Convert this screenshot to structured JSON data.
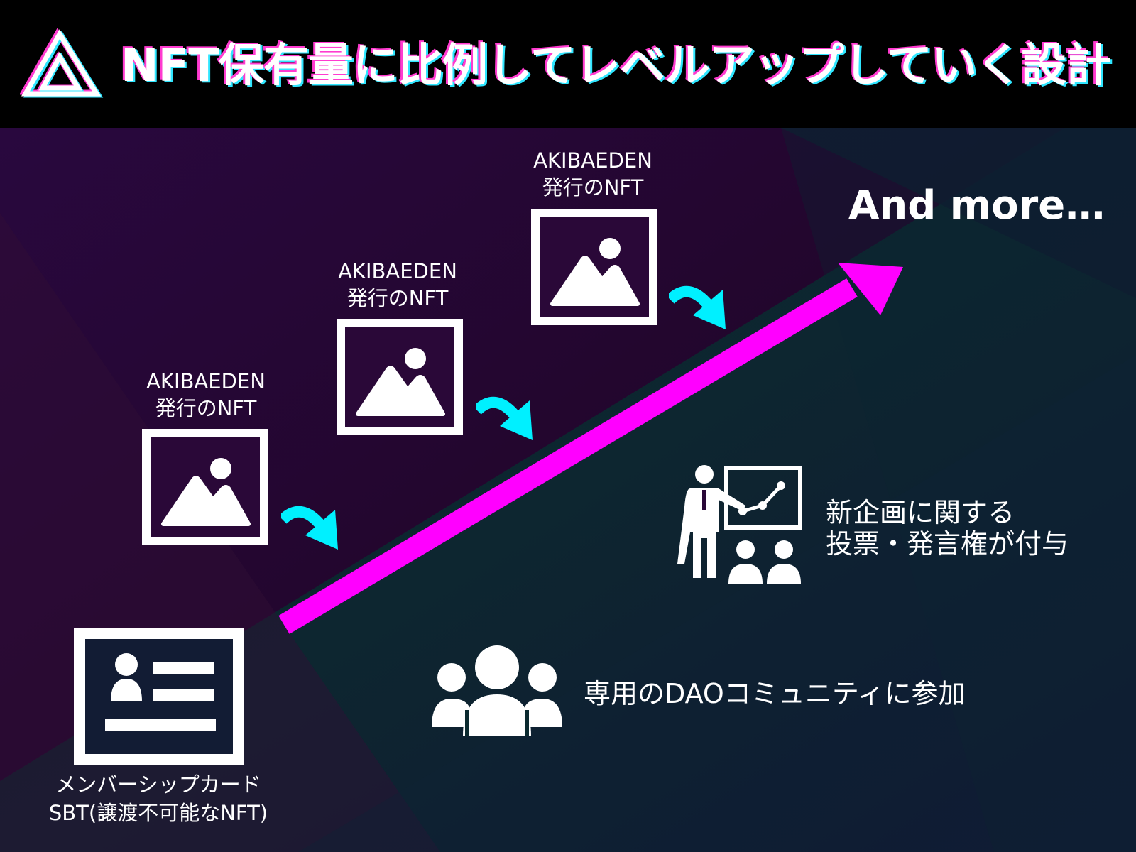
{
  "header": {
    "title": "NFT保有量に比例してレベルアップしていく設計",
    "logo_icon": "triangle-logo-icon"
  },
  "nft_items": [
    {
      "line1": "AKIBAEDEN",
      "line2": "発行のNFT",
      "icon": "image-placeholder-icon"
    },
    {
      "line1": "AKIBAEDEN",
      "line2": "発行のNFT",
      "icon": "image-placeholder-icon"
    },
    {
      "line1": "AKIBAEDEN",
      "line2": "発行のNFT",
      "icon": "image-placeholder-icon"
    }
  ],
  "and_more": "And more…",
  "benefits": {
    "vote": {
      "line1": "新企画に関する",
      "line2": "投票・発言権が付与",
      "icon": "presentation-icon"
    },
    "dao": {
      "text": "専用のDAOコミュニティに参加",
      "icon": "community-group-icon"
    }
  },
  "membership": {
    "line1": "メンバーシップカード",
    "line2": "SBT(譲渡不可能なNFT)",
    "icon": "id-card-icon"
  },
  "colors": {
    "header_bg": "#000000",
    "arrow_magenta": "#ff00ff",
    "small_arrow_cyan": "#00f0ff",
    "bg_purple": "#2a0838",
    "bg_teal": "#0b2a2f"
  }
}
